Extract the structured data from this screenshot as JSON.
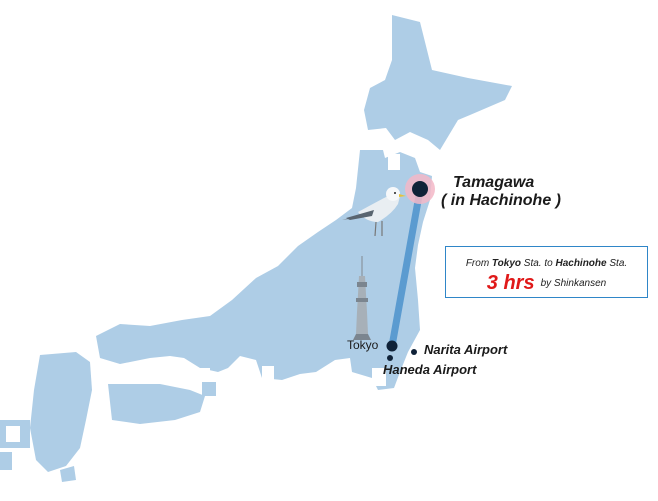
{
  "map": {
    "land_color": "#aecde6",
    "route_color": "#5b9bd0",
    "highlight_color": "#f3b7c7",
    "marker_color": "#0f2238"
  },
  "destination": {
    "name": "Tamagawa",
    "sub": "( in Hachinohe )"
  },
  "places": {
    "tokyo": "Tokyo",
    "narita": "Narita Airport",
    "haneda": "Haneda Airport"
  },
  "info": {
    "from_prefix": "From ",
    "from_station": "Tokyo",
    "from_suffix": " Sta. to ",
    "to_station": "Hachinohe",
    "to_suffix": " Sta.",
    "duration": "3 hrs",
    "via": "by Shinkansen"
  },
  "icons": [
    "seagull-icon",
    "tokyo-skytree-icon"
  ]
}
